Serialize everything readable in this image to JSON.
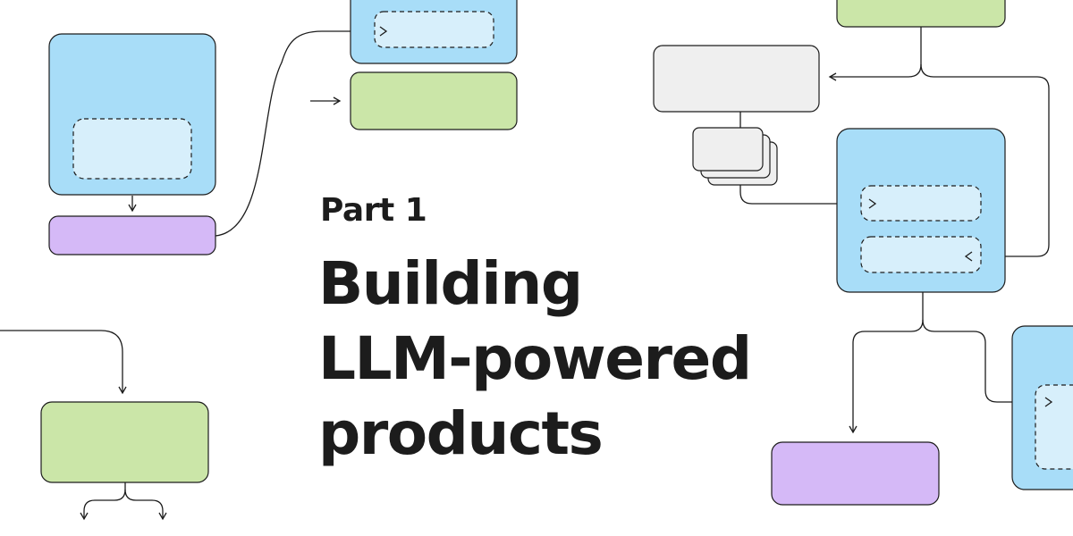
{
  "kicker": "Part 1",
  "headline": {
    "line1": "Building",
    "line2": "LLM-powered",
    "line3": "products"
  },
  "colors": {
    "blue": "#a8ddf8",
    "blue_inner": "#d7effb",
    "green": "#cbe6a8",
    "purple": "#d5b9f7",
    "gray": "#efefef",
    "ink": "#1c1c1c",
    "background": "#ffffff"
  }
}
